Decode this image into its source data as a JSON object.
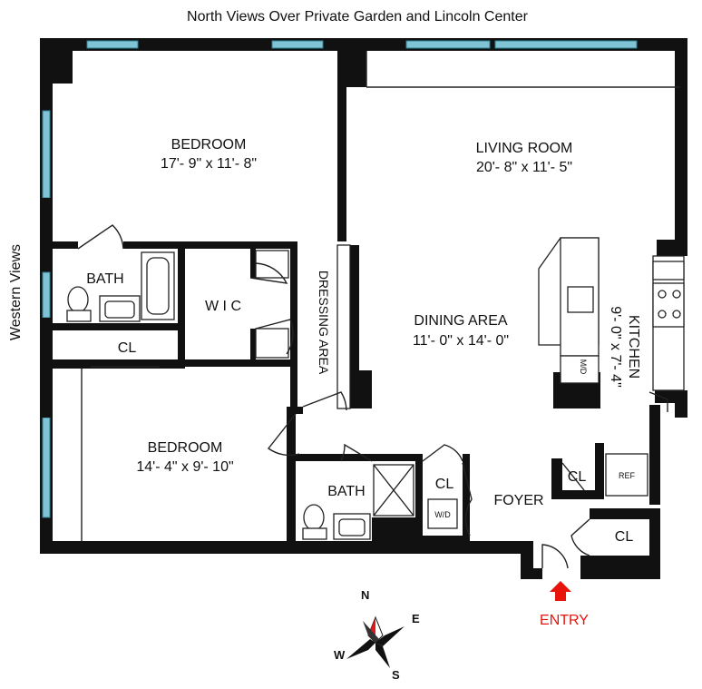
{
  "header": {
    "north_views": "North Views Over Private Garden and Lincoln Center"
  },
  "side": {
    "western_views": "Western Views"
  },
  "rooms": {
    "bedroom1": {
      "name": "BEDROOM",
      "dims": "17'- 9\" x 11'- 8\""
    },
    "living": {
      "name": "LIVING ROOM",
      "dims": "20'- 8\" x 11'- 5\""
    },
    "bath1": {
      "name": "BATH"
    },
    "wic": {
      "name": "W I C"
    },
    "dressing": {
      "name": "DRESSING AREA"
    },
    "dining": {
      "name": "DINING AREA",
      "dims": "11'- 0\" x 14'- 0\""
    },
    "kitchen": {
      "name": "KITCHEN",
      "dims": "9'- 0\" x 7'- 4\""
    },
    "cl1": {
      "name": "CL"
    },
    "bedroom2": {
      "name": "BEDROOM",
      "dims": "14'- 4\" x 9'- 10\""
    },
    "bath2": {
      "name": "BATH"
    },
    "cl2": {
      "name": "CL"
    },
    "cl3": {
      "name": "CL"
    },
    "cl4": {
      "name": "CL"
    },
    "foyer": {
      "name": "FOYER"
    }
  },
  "appliances": {
    "ref": "REF",
    "wd": "W/D",
    "dw": "M/D"
  },
  "entry": {
    "label": "ENTRY",
    "color": "#e8140c"
  },
  "compass": {
    "n": "N",
    "e": "E",
    "s": "S",
    "w": "W",
    "needle_color": "#e01818"
  },
  "colors": {
    "window": "#7fc3d4",
    "wall": "#111111"
  }
}
